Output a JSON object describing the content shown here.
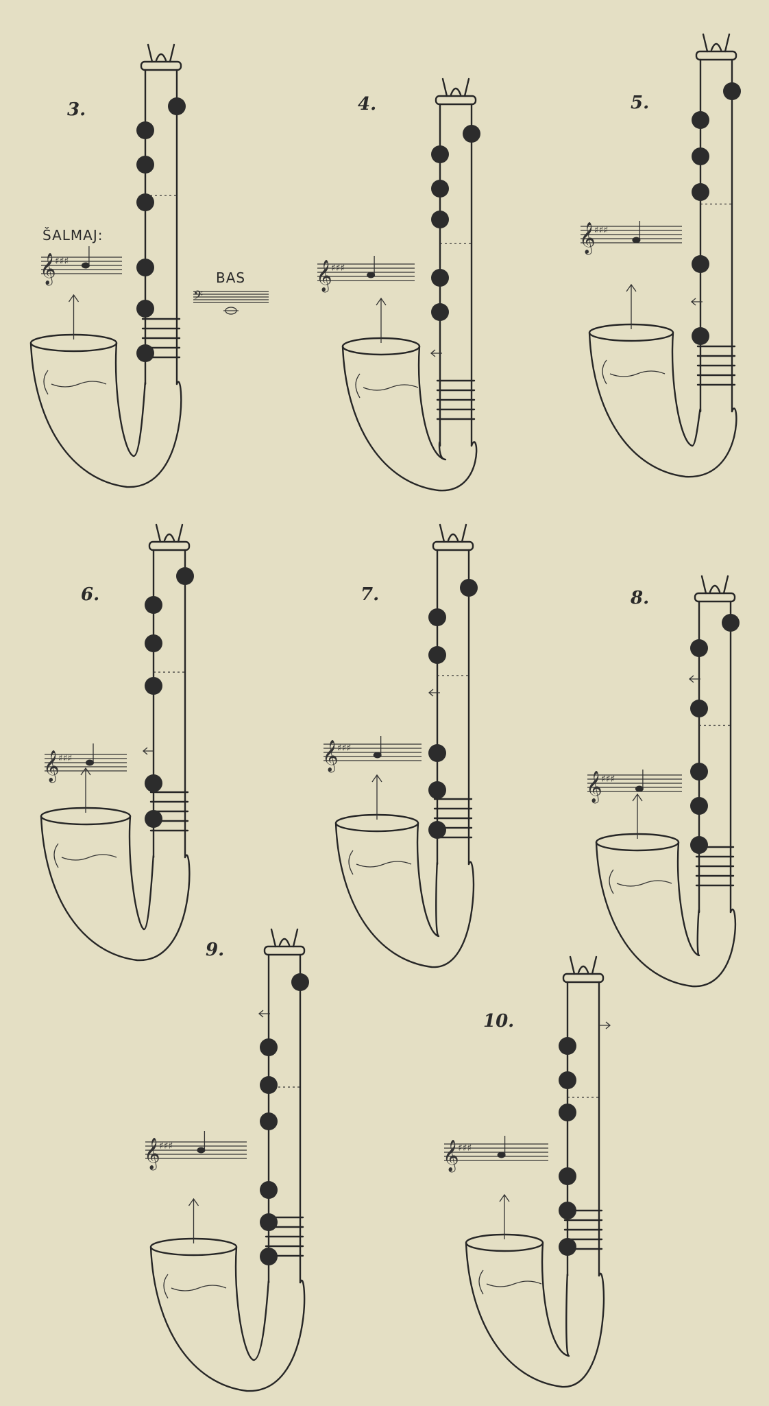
{
  "figures": [
    {
      "number": "3.",
      "holes_closed": 7,
      "caption": "ŠALMAJ:"
    },
    {
      "number": "4.",
      "holes_closed": 6
    },
    {
      "number": "5.",
      "holes_closed": 6
    },
    {
      "number": "6.",
      "holes_closed": 6
    },
    {
      "number": "7.",
      "holes_closed": 6
    },
    {
      "number": "8.",
      "holes_closed": 6
    },
    {
      "number": "9.",
      "holes_closed": 7
    },
    {
      "number": "10.",
      "holes_closed": 6
    }
  ],
  "bass_label": "BAS",
  "colors": {
    "paper": "#e4dfc4",
    "ink": "#262626"
  }
}
